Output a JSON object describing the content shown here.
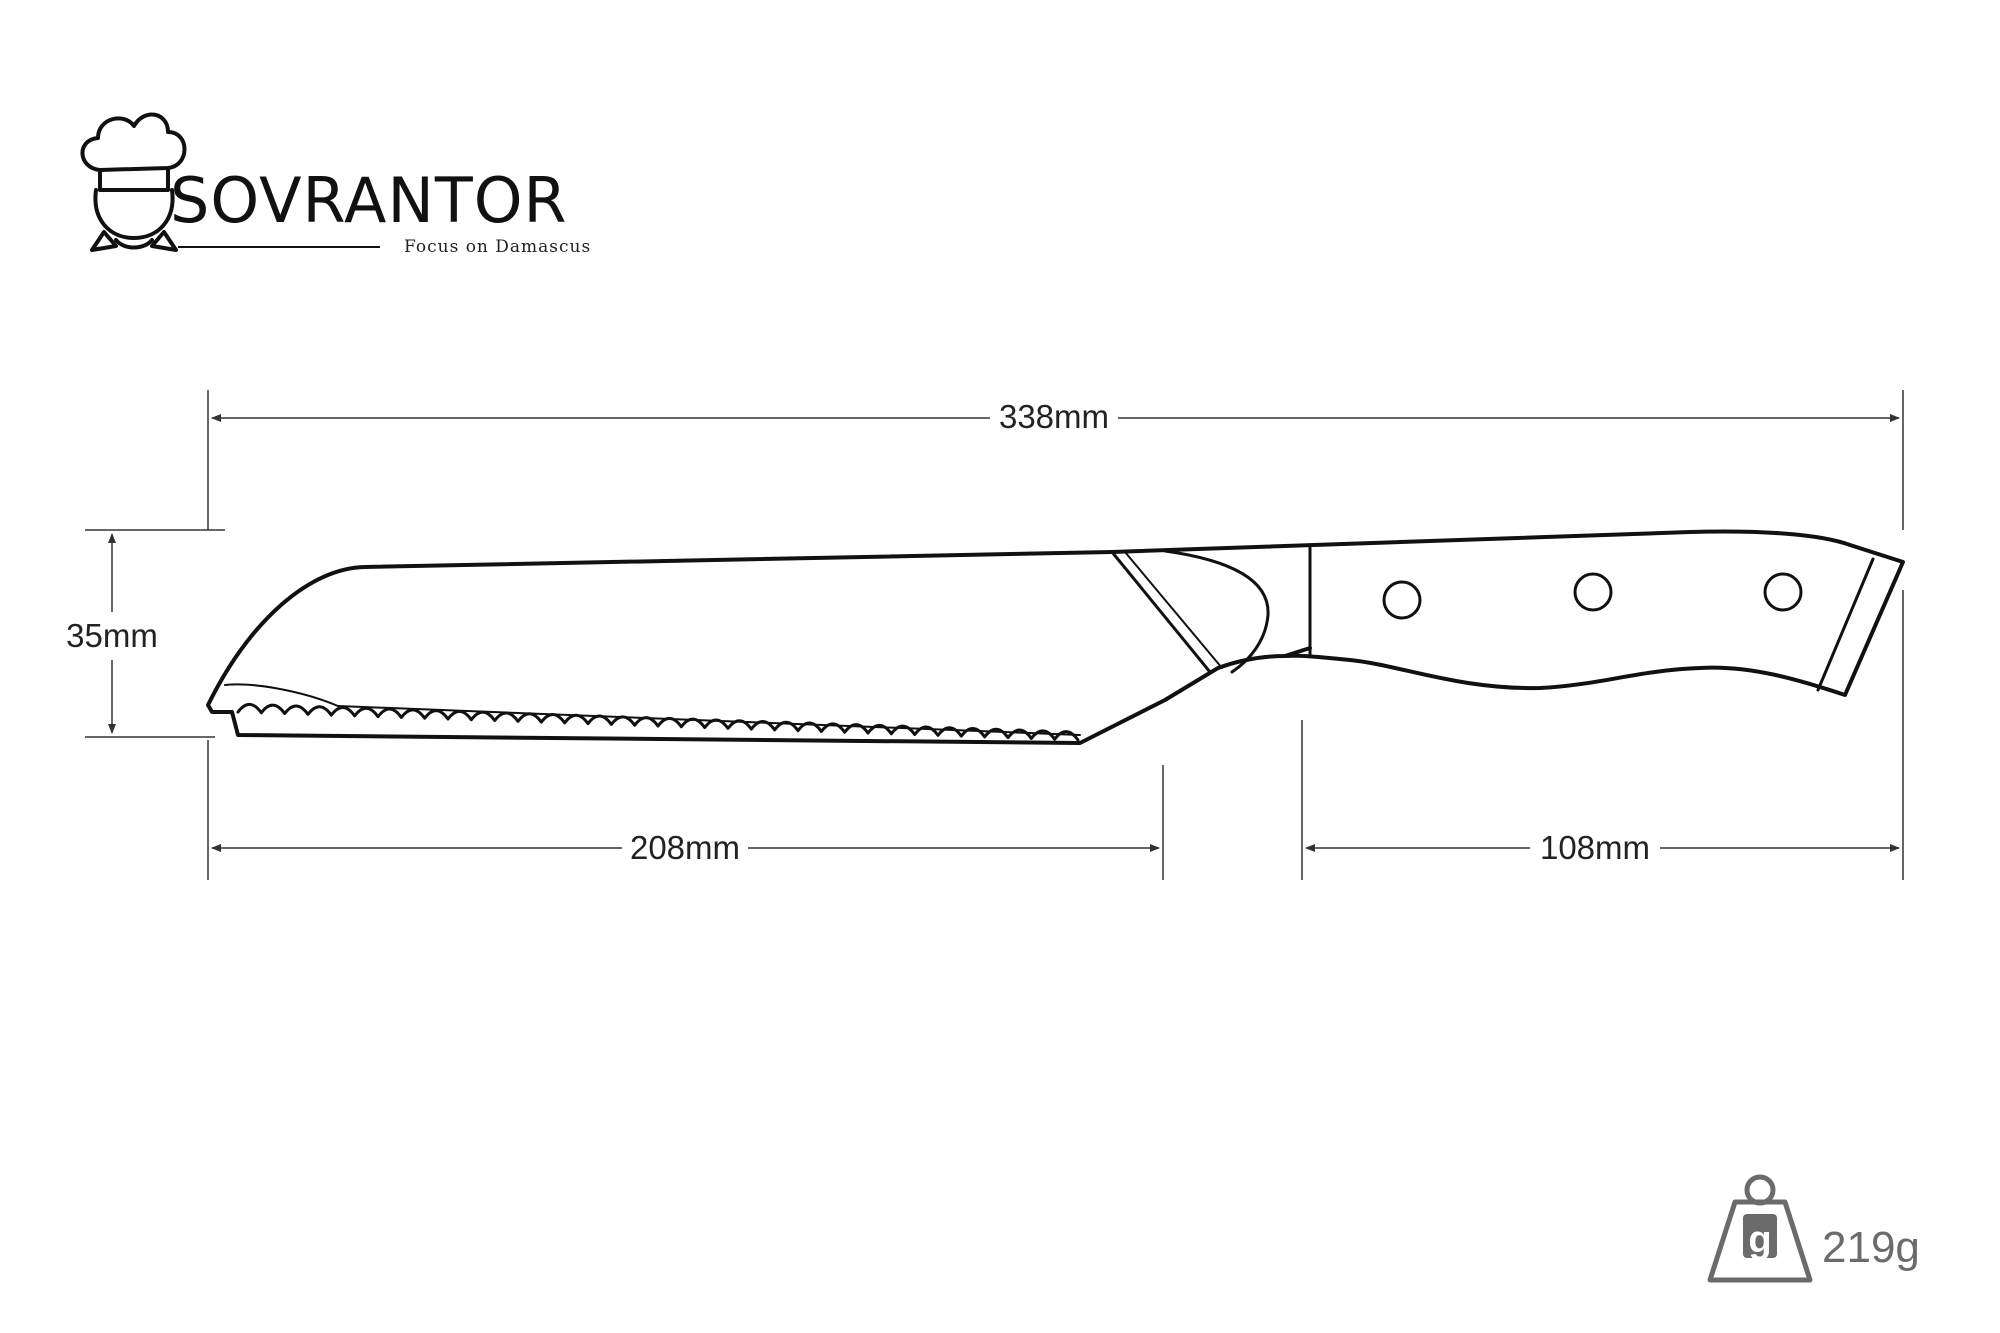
{
  "brand": {
    "name": "SOVRANTOR",
    "tagline": "Focus on Damascus"
  },
  "dimensions": {
    "overall_length": "338mm",
    "blade_height": "35mm",
    "blade_length": "208mm",
    "handle_length": "108mm"
  },
  "weight": {
    "icon_letter": "g",
    "value": "219g"
  },
  "colors": {
    "line": "#111111",
    "dim_line": "#333333",
    "weight_gray": "#6b6b6b"
  }
}
